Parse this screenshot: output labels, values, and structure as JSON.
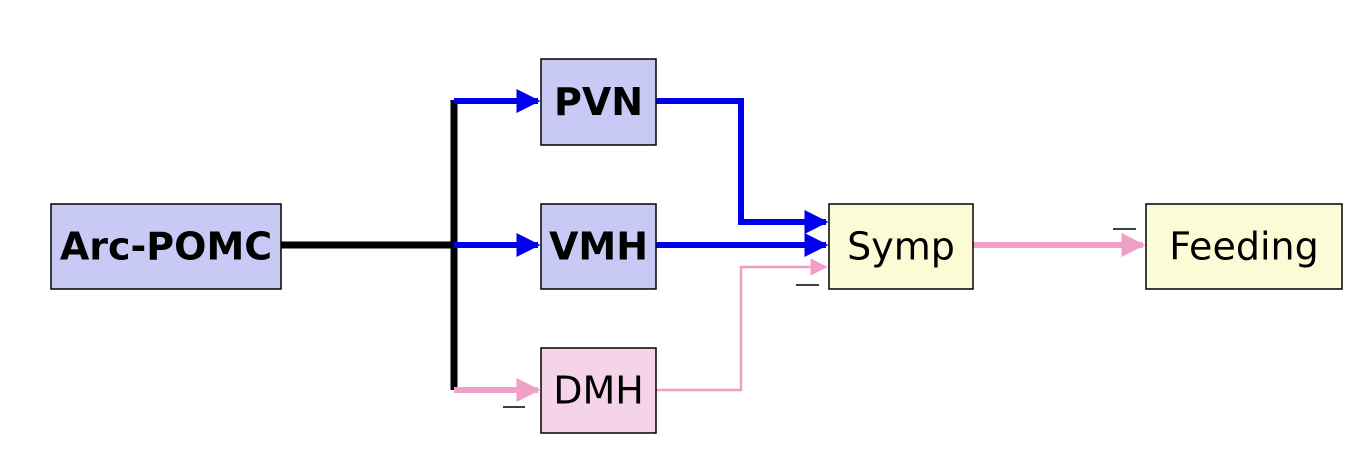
{
  "nodes": {
    "arc_pomc": {
      "label": "Arc-POMC",
      "fill": "#c9c9f5"
    },
    "pvn": {
      "label": "PVN",
      "fill": "#c9c9f5"
    },
    "vmh": {
      "label": "VMH",
      "fill": "#c9c9f5"
    },
    "dmh": {
      "label": "DMH",
      "fill": "#f5d3e8"
    },
    "symp": {
      "label": "Symp",
      "fill": "#fbfcd5"
    },
    "feeding": {
      "label": "Feeding",
      "fill": "#fbfcd5"
    }
  },
  "colors": {
    "trunk": "#000000",
    "excitatory": "#0000ee",
    "inhibitory": "#f0a0c8"
  },
  "edges": [
    {
      "from": "Arc-POMC",
      "to": "PVN",
      "type": "excitatory"
    },
    {
      "from": "Arc-POMC",
      "to": "VMH",
      "type": "excitatory"
    },
    {
      "from": "Arc-POMC",
      "to": "DMH",
      "type": "inhibitory"
    },
    {
      "from": "PVN",
      "to": "Symp",
      "type": "excitatory"
    },
    {
      "from": "VMH",
      "to": "Symp",
      "type": "excitatory"
    },
    {
      "from": "DMH",
      "to": "Symp",
      "type": "inhibitory"
    },
    {
      "from": "Symp",
      "to": "Feeding",
      "type": "inhibitory"
    }
  ],
  "annotations": {
    "minus_sign": "—"
  }
}
